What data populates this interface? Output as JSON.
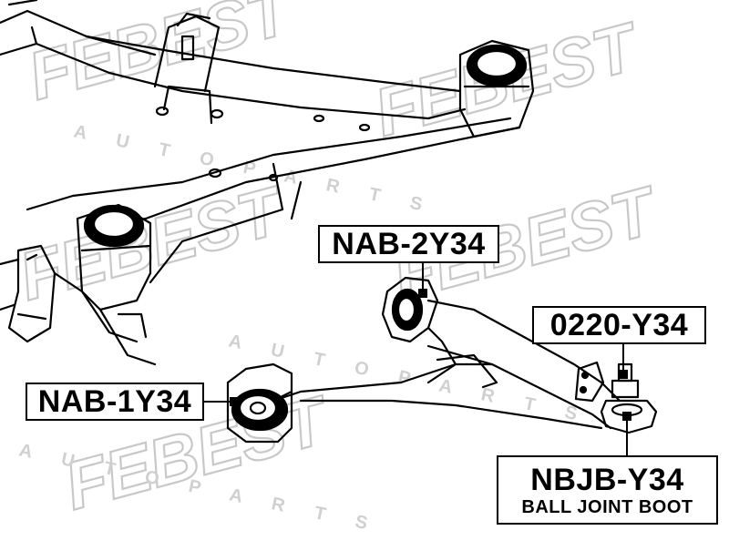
{
  "watermark": {
    "brand": "FEBEST",
    "tagline": "A U T O   P A R T S"
  },
  "labels": {
    "nab_2y34": "NAB-2Y34",
    "part_0220_y34": "0220-Y34",
    "nab_1y34": "NAB-1Y34",
    "nbjb_y34": "NBJB-Y34",
    "nbjb_desc": "BALL JOINT BOOT"
  },
  "colors": {
    "line": "#000000",
    "watermark": "#c8c8c8",
    "background": "#ffffff"
  }
}
